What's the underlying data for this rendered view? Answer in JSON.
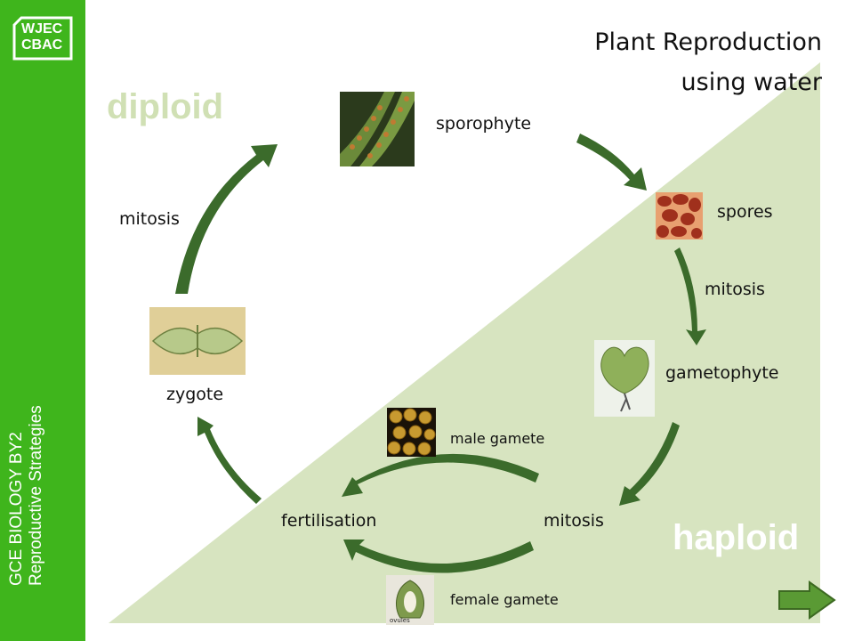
{
  "logo": {
    "line1": "WJEC",
    "line2": "CBAC"
  },
  "sidebar": {
    "line1": "GCE BIOLOGY BY2",
    "line2": "Reproductive Strategies"
  },
  "title": {
    "line1": "Plant Reproduction",
    "line2": "using water"
  },
  "regions": {
    "diploid": "diploid",
    "haploid": "haploid"
  },
  "labels": {
    "sporophyte": "sporophyte",
    "spores": "spores",
    "mitosis_spores": "mitosis",
    "gametophyte": "gametophyte",
    "male_gamete": "male gamete",
    "mitosis_bottom": "mitosis",
    "fertilisation": "fertilisation",
    "female_gamete": "female gamete",
    "zygote": "zygote",
    "mitosis_left": "mitosis"
  },
  "images": {
    "ovules_caption": "ovules"
  },
  "colors": {
    "sidebar": "#3fb51c",
    "haploid_bg": "#d7e4c0",
    "arrow": "#3b6b2b",
    "diploid_text": "#d0e0b4",
    "haploid_text": "#ffffff"
  },
  "icons": {
    "next": "right-arrow-icon"
  }
}
